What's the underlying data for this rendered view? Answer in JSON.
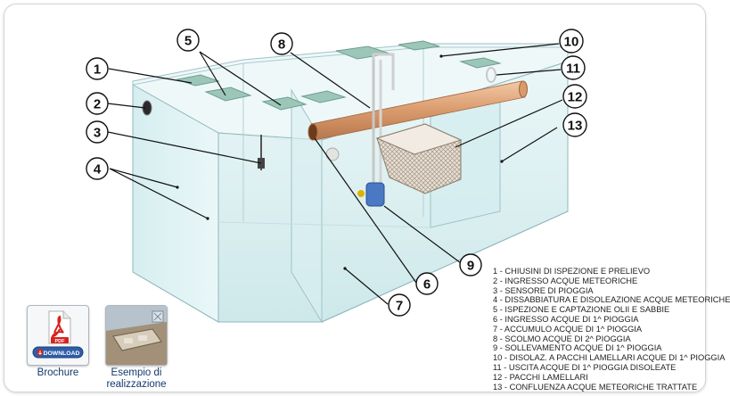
{
  "callouts": [
    "1",
    "2",
    "3",
    "4",
    "5",
    "6",
    "7",
    "8",
    "9",
    "10",
    "11",
    "12",
    "13"
  ],
  "legend": [
    "1 - CHIUSINI DI ISPEZIONE E PRELIEVO",
    "2 - INGRESSO ACQUE METEORICHE",
    "3 - SENSORE DI PIOGGIA",
    "4 - DISSABBIATURA E DISOLEAZIONE ACQUE  METEORICHE",
    "5 - ISPEZIONE E CAPTAZIONE OLII E SABBIE",
    "6 - INGRESSO ACQUE DI 1^ PIOGGIA",
    "7 - ACCUMULO ACQUE DI 1^ PIOGGIA",
    "8 - SCOLMO ACQUE DI 2^ PIOGGIA",
    "9 - SOLLEVAMENTO ACQUE DI 1^ PIOGGIA",
    "10 - DISOLAZ. A PACCHI LAMELLARI ACQUE DI 1^ PIOGGIA",
    "11 - USCITA ACQUE DI 1^ PIOGGIA DISOLEATE",
    "12 - PACCHI LAMELLARI",
    "13 - CONFLUENZA ACQUE METEORICHE  TRATTATE"
  ],
  "brochure": {
    "badge": "PDF",
    "button": "DOWNLOAD",
    "label": "Brochure"
  },
  "example": {
    "label_line1": "Esempio di",
    "label_line2": "realizzazione"
  }
}
